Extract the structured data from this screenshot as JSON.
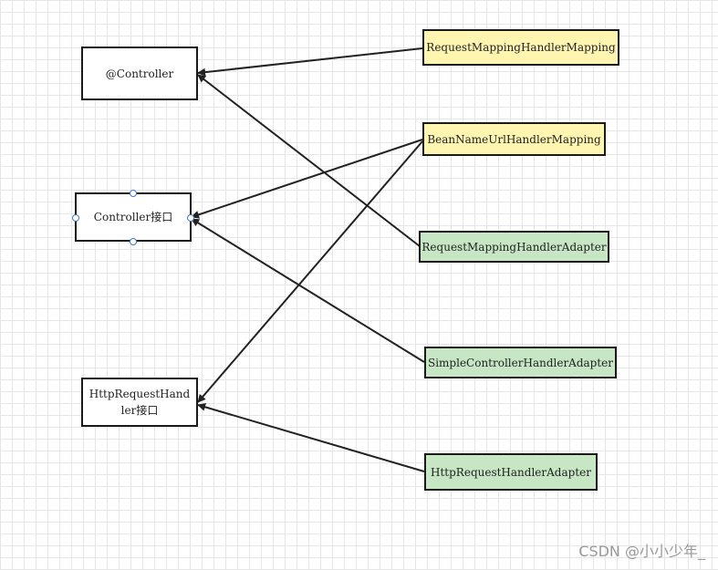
{
  "nodes": {
    "controller_annotation": "@Controller",
    "controller_interface": "Controller接口",
    "http_request_handler": "HttpRequestHandler接口",
    "request_mapping_handler_mapping": "RequestMappingHandlerMapping",
    "bean_name_url_handler_mapping": "BeanNameUrlHandlerMapping",
    "request_mapping_handler_adapter": "RequestMappingHandlerAdapter",
    "simple_controller_handler_adapter": "SimpleControllerHandlerAdapter",
    "http_request_handler_adapter": "HttpRequestHandlerAdapter"
  },
  "colors": {
    "mapping_fill": "#fdf5b0",
    "adapter_fill": "#c6e6c4",
    "target_fill": "#ffffff",
    "edge": "#222222",
    "selection_handle": "#3b7ad0"
  },
  "watermark": "CSDN @小小少年_"
}
